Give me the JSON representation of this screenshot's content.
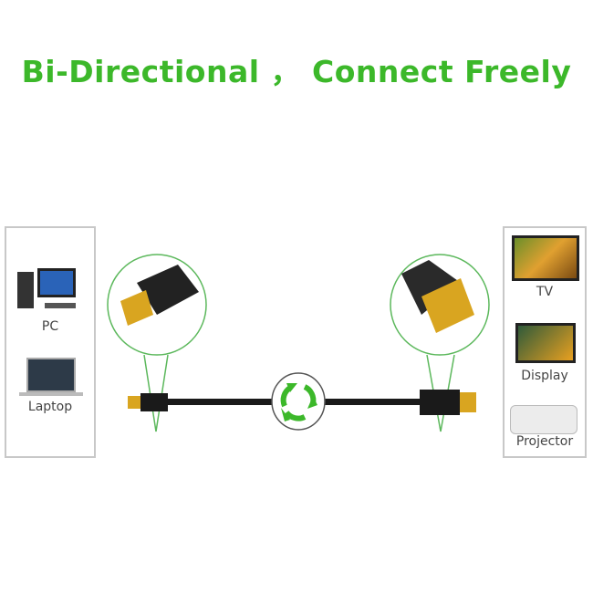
{
  "title": "Bi-Directional ， Connect Freely",
  "source_devices": [
    {
      "label": "PC"
    },
    {
      "label": "Laptop"
    }
  ],
  "target_devices": [
    {
      "label": "TV"
    },
    {
      "label": "Display"
    },
    {
      "label": "Projector"
    }
  ],
  "colors": {
    "accent": "#3cb82a",
    "gold": "#d9a520",
    "cable": "#1a1a1a"
  }
}
